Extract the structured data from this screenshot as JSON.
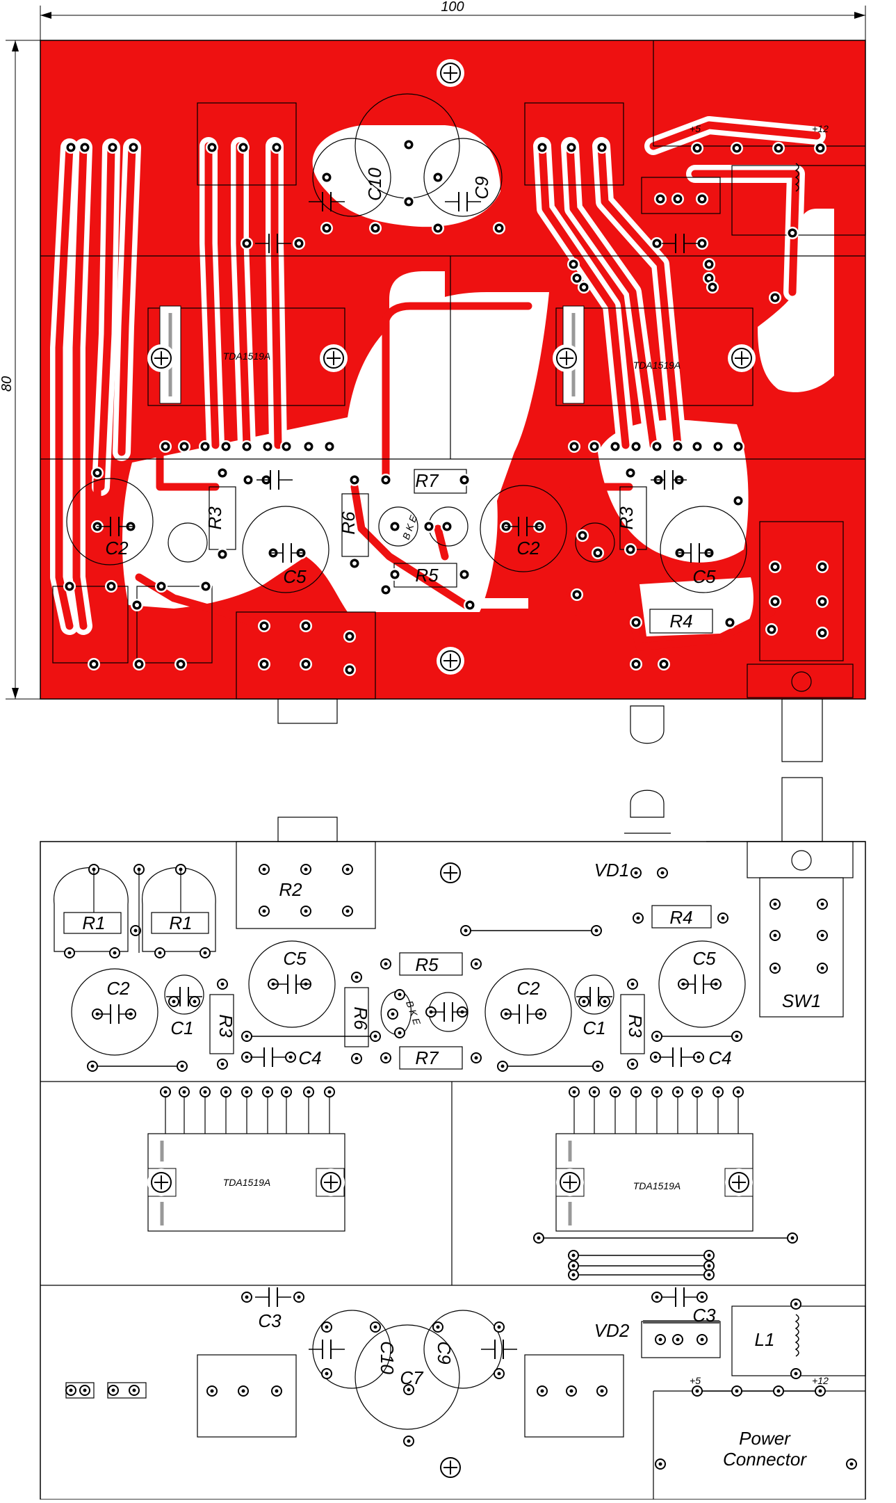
{
  "dimensions": {
    "width_label": "100",
    "height_label": "80"
  },
  "colors": {
    "copper": "#ee1111",
    "trace": "#ee1111",
    "outline": "#000000",
    "background": "#ffffff"
  },
  "copper_side": {
    "chip_left": "TDA1519A",
    "chip_right": "TDA1519A",
    "labels": {
      "c10": "C10",
      "c9": "C9",
      "r3_left": "R3",
      "r6": "R6",
      "r7": "R7",
      "r5": "R5",
      "c2_left": "C2",
      "c5_left": "C5",
      "c2_right": "C2",
      "r3_right": "R3",
      "c5_right": "C5",
      "r4": "R4",
      "plus5": "+5",
      "plus12": "+12",
      "bke": "B K E"
    }
  },
  "component_side": {
    "chip_left": "TDA1519A",
    "chip_right": "TDA1519A",
    "labels": {
      "vd1": "VD1",
      "r2": "R2",
      "r4": "R4",
      "r5": "R5",
      "r7": "R7",
      "r6": "R6",
      "r1_a": "R1",
      "r1_b": "R1",
      "c2_left": "C2",
      "c1_left": "C1",
      "r3_left": "R3",
      "c5_left": "C5",
      "c4_left": "C4",
      "c2_right": "C2",
      "c1_right": "C1",
      "r3_right": "R3",
      "c5_right": "C5",
      "c4_right": "C4",
      "sw1": "SW1",
      "c3_left": "C3",
      "c3_right": "C3",
      "c10": "C10",
      "c9": "C9",
      "c7": "C7",
      "vd2": "VD2",
      "l1": "L1",
      "plus5": "+5",
      "plus12": "+12",
      "bke": "B K E",
      "power_connector_line1": "Power",
      "power_connector_line2": "Connector"
    }
  }
}
